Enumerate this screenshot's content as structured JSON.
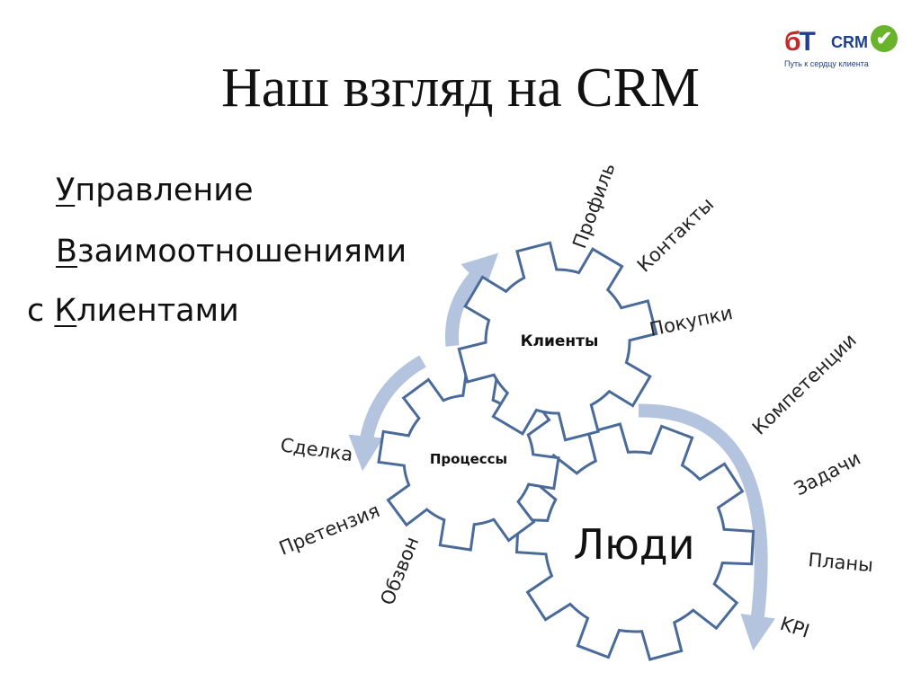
{
  "slide": {
    "title": "Наш взгляд на CRM",
    "body": [
      {
        "first": "У",
        "rest": "правление",
        "prefix": ""
      },
      {
        "first": "В",
        "rest": "заимоотношениями",
        "prefix": ""
      },
      {
        "first": "К",
        "rest": "лиентами",
        "prefix": "с "
      }
    ]
  },
  "logo": {
    "mark_b": "б",
    "mark_t": "Т",
    "crm": "CRM",
    "check": "✔",
    "tagline": "Путь к сердцу клиента"
  },
  "diagram": {
    "gears": {
      "clients": "Клиенты",
      "processes": "Процессы",
      "people": "Люди"
    },
    "words": {
      "profile": "Профиль",
      "contacts": "Контакты",
      "purchases": "Покупки",
      "competencies": "Компетенции",
      "tasks": "Задачи",
      "plans": "Планы",
      "kpi": "KPI",
      "deal": "Сделка",
      "claim": "Претензия",
      "call": "Обзвон"
    },
    "colors": {
      "gear_stroke": "#4a6a9a",
      "arrow": "#b4c4de"
    }
  }
}
